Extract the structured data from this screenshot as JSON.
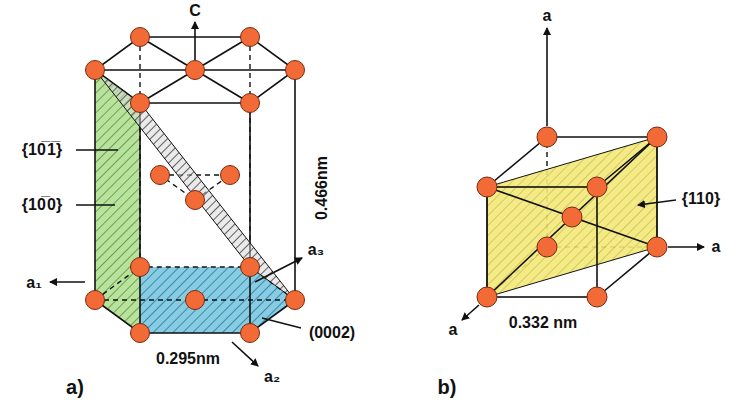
{
  "diagram": {
    "labels": [
      "C",
      "{10̅ 1̅}",
      "{10̅ 0}",
      "a₁",
      "0.466nm",
      "a₃",
      "(0002)",
      "a₂",
      "0.295nm",
      "a)",
      "a",
      "a",
      "a",
      "{110}",
      "0.332 nm",
      "b)"
    ]
  }
}
